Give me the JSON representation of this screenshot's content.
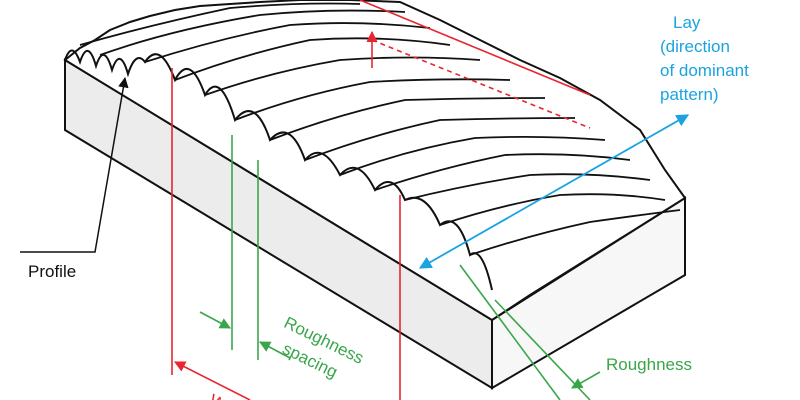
{
  "labels": {
    "lay": [
      "Lay",
      "(direction",
      "of dominant",
      "pattern)"
    ],
    "profile": "Profile",
    "roughness_spacing": [
      "Roughness",
      "spacing"
    ],
    "roughness": "Roughness",
    "waviness_partial": "W"
  },
  "colors": {
    "outline": "#111111",
    "lay": "#1aa3e0",
    "roughness": "#3aa64a",
    "waviness": "#e8262f",
    "face": "#ececec",
    "top": "#ffffff"
  }
}
